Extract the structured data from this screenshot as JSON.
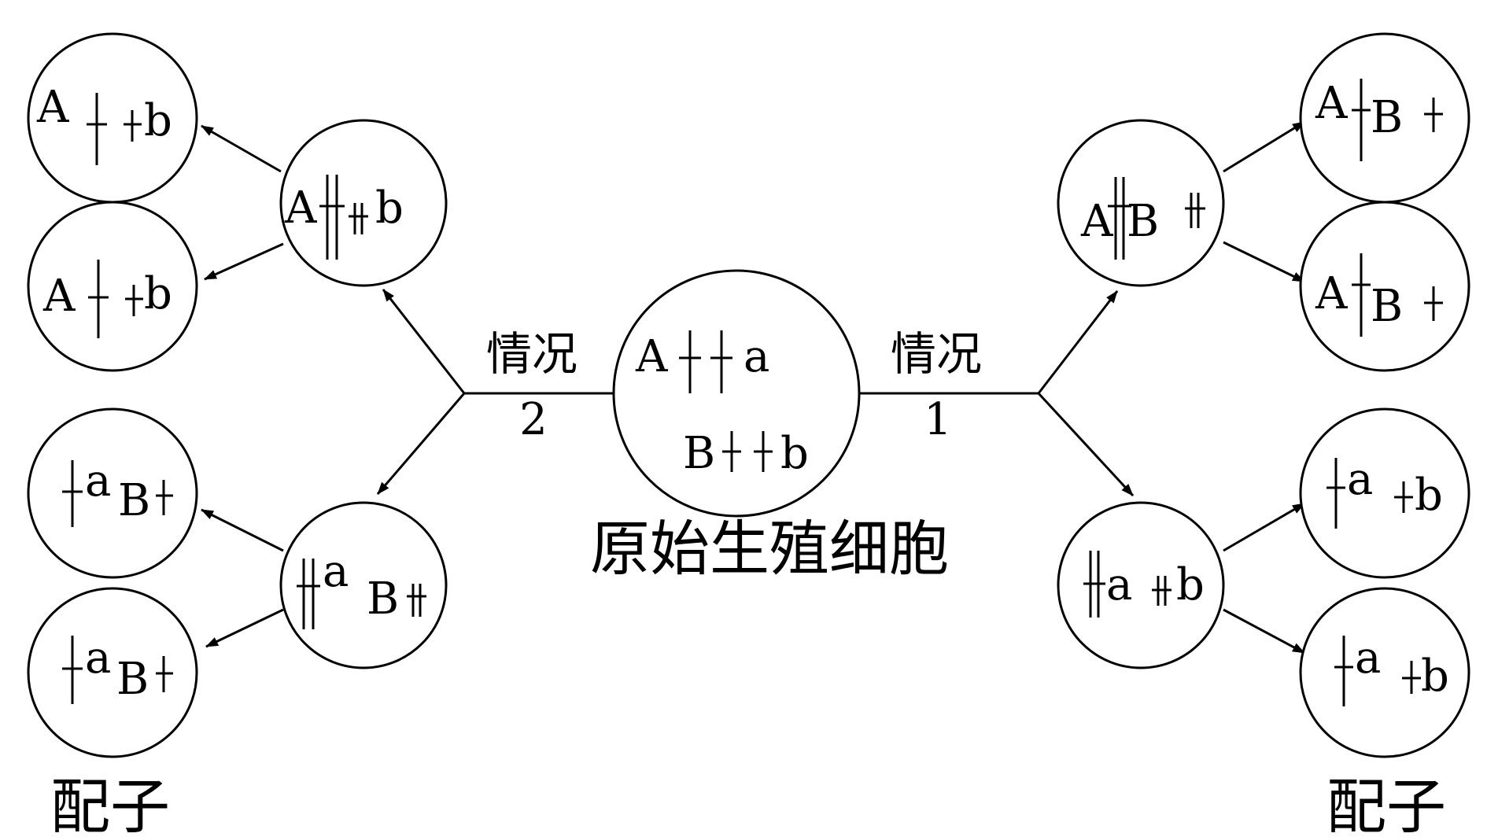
{
  "colors": {
    "ink": "#000000",
    "background": "#ffffff"
  },
  "center": {
    "caption": "原始生殖细胞",
    "upper": {
      "left": "A",
      "right": "a"
    },
    "lower": {
      "left": "B",
      "right": "b"
    }
  },
  "case_left": {
    "word": "情况",
    "number": "2"
  },
  "case_right": {
    "word": "情况",
    "number": "1"
  },
  "left": {
    "upper_cell": {
      "left": "A",
      "right": "b"
    },
    "lower_cell": {
      "left": "a",
      "right": "B"
    },
    "gametes": [
      {
        "left": "A",
        "right": "b"
      },
      {
        "left": "A",
        "right": "b"
      },
      {
        "left": "a",
        "right": "B"
      },
      {
        "left": "a",
        "right": "B"
      }
    ],
    "caption": "配子"
  },
  "right": {
    "upper_cell": {
      "left": "A",
      "right": "B"
    },
    "lower_cell": {
      "left": "a",
      "right": "b"
    },
    "gametes": [
      {
        "left": "A",
        "right": "B"
      },
      {
        "left": "A",
        "right": "B"
      },
      {
        "left": "a",
        "right": "b"
      },
      {
        "left": "a",
        "right": "b"
      }
    ],
    "caption": "配子"
  }
}
